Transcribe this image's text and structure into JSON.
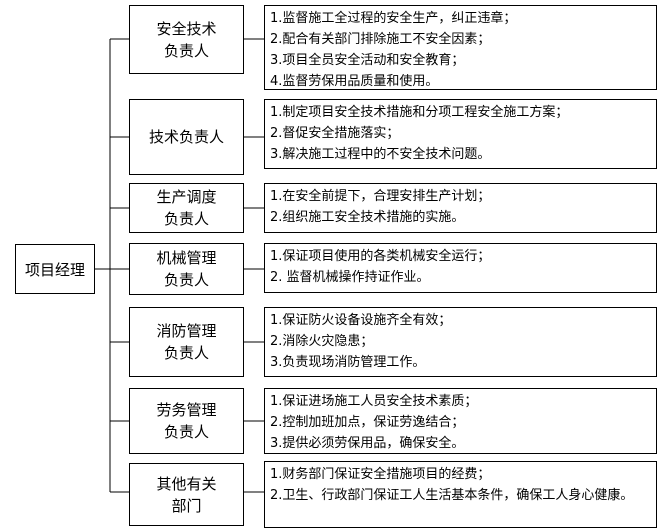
{
  "root": {
    "title": "项目经理"
  },
  "units": [
    {
      "title": "安全技术负责人",
      "title_lines": [
        "安全技术",
        "负责人"
      ],
      "duties": [
        "1.监督施工全过程的安全生产，纠正违章；",
        "2.配合有关部门排除施工不安全因素；",
        "3.项目全员安全活动和安全教育；",
        "4.监督劳保用品质量和使用。"
      ]
    },
    {
      "title": "技术负责人",
      "title_lines": [
        "技术负责人"
      ],
      "duties": [
        "1.制定项目安全技术措施和分项工程安全施工方案；",
        "2.督促安全措施落实；",
        "3.解决施工过程中的不安全技术问题。"
      ]
    },
    {
      "title": "生产调度负责人",
      "title_lines": [
        "生产调度",
        "负责人"
      ],
      "duties": [
        "1.在安全前提下，合理安排生产计划；",
        "2.组织施工安全技术措施的实施。"
      ]
    },
    {
      "title": "机械管理负责人",
      "title_lines": [
        "机械管理",
        "负责人"
      ],
      "duties": [
        "1.保证项目使用的各类机械安全运行；",
        "2. 监督机械操作持证作业。"
      ]
    },
    {
      "title": "消防管理负责人",
      "title_lines": [
        "消防管理",
        "负责人"
      ],
      "duties": [
        "1.保证防火设备设施齐全有效；",
        "2.消除火灾隐患；",
        "3.负责现场消防管理工作。"
      ]
    },
    {
      "title": "劳务管理负责人",
      "title_lines": [
        "劳务管理",
        "负责人"
      ],
      "duties": [
        "1.保证进场施工人员安全技术素质；",
        "2.控制加班加点，保证劳逸结合；",
        "3.提供必须劳保用品，确保安全。"
      ]
    },
    {
      "title": "其他有关部门",
      "title_lines": [
        "其他有关",
        "部门"
      ],
      "duties": [
        "1.财务部门保证安全措施项目的经费；",
        "2.卫生、行政部门保证工人生活基本条件，确保工人身心健康。"
      ]
    }
  ]
}
